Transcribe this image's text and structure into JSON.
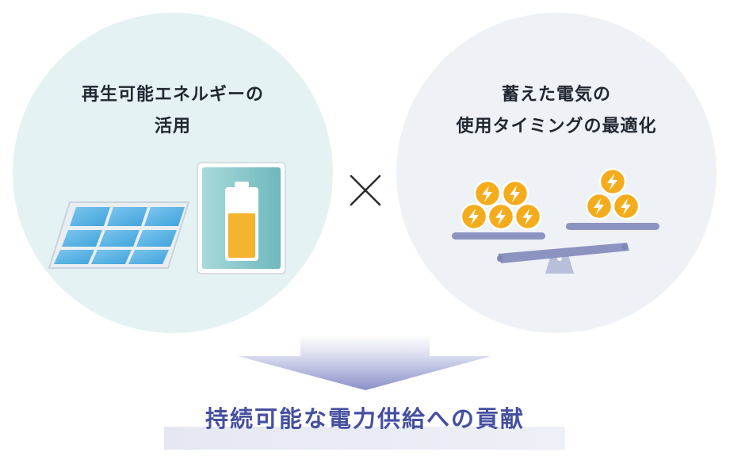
{
  "left": {
    "heading_line1": "再生可能エネルギーの",
    "heading_line2": "活用",
    "icons": [
      "solar-panel-icon",
      "battery-icon"
    ]
  },
  "right": {
    "heading_line1": "蓄えた電気の",
    "heading_line2": "使用タイミングの最適化",
    "icons": [
      "balance-scale-icon",
      "lightning-coin-icon"
    ]
  },
  "operator_icon": "multiply-icon",
  "arrow_icon": "down-arrow-icon",
  "conclusion": "持続可能な電力供給への貢献",
  "colors": {
    "left_circle": "#e4f2f4",
    "right_circle": "#eef2f7",
    "solar_cell": "#4aaee0",
    "battery_body": "#7fc2c6",
    "battery_fill": "#f3b42f",
    "coin": "#f5ac1c",
    "scale": "#8d93c0",
    "arrow": "#8a90c8",
    "conclusion_text": "#4550a0"
  }
}
